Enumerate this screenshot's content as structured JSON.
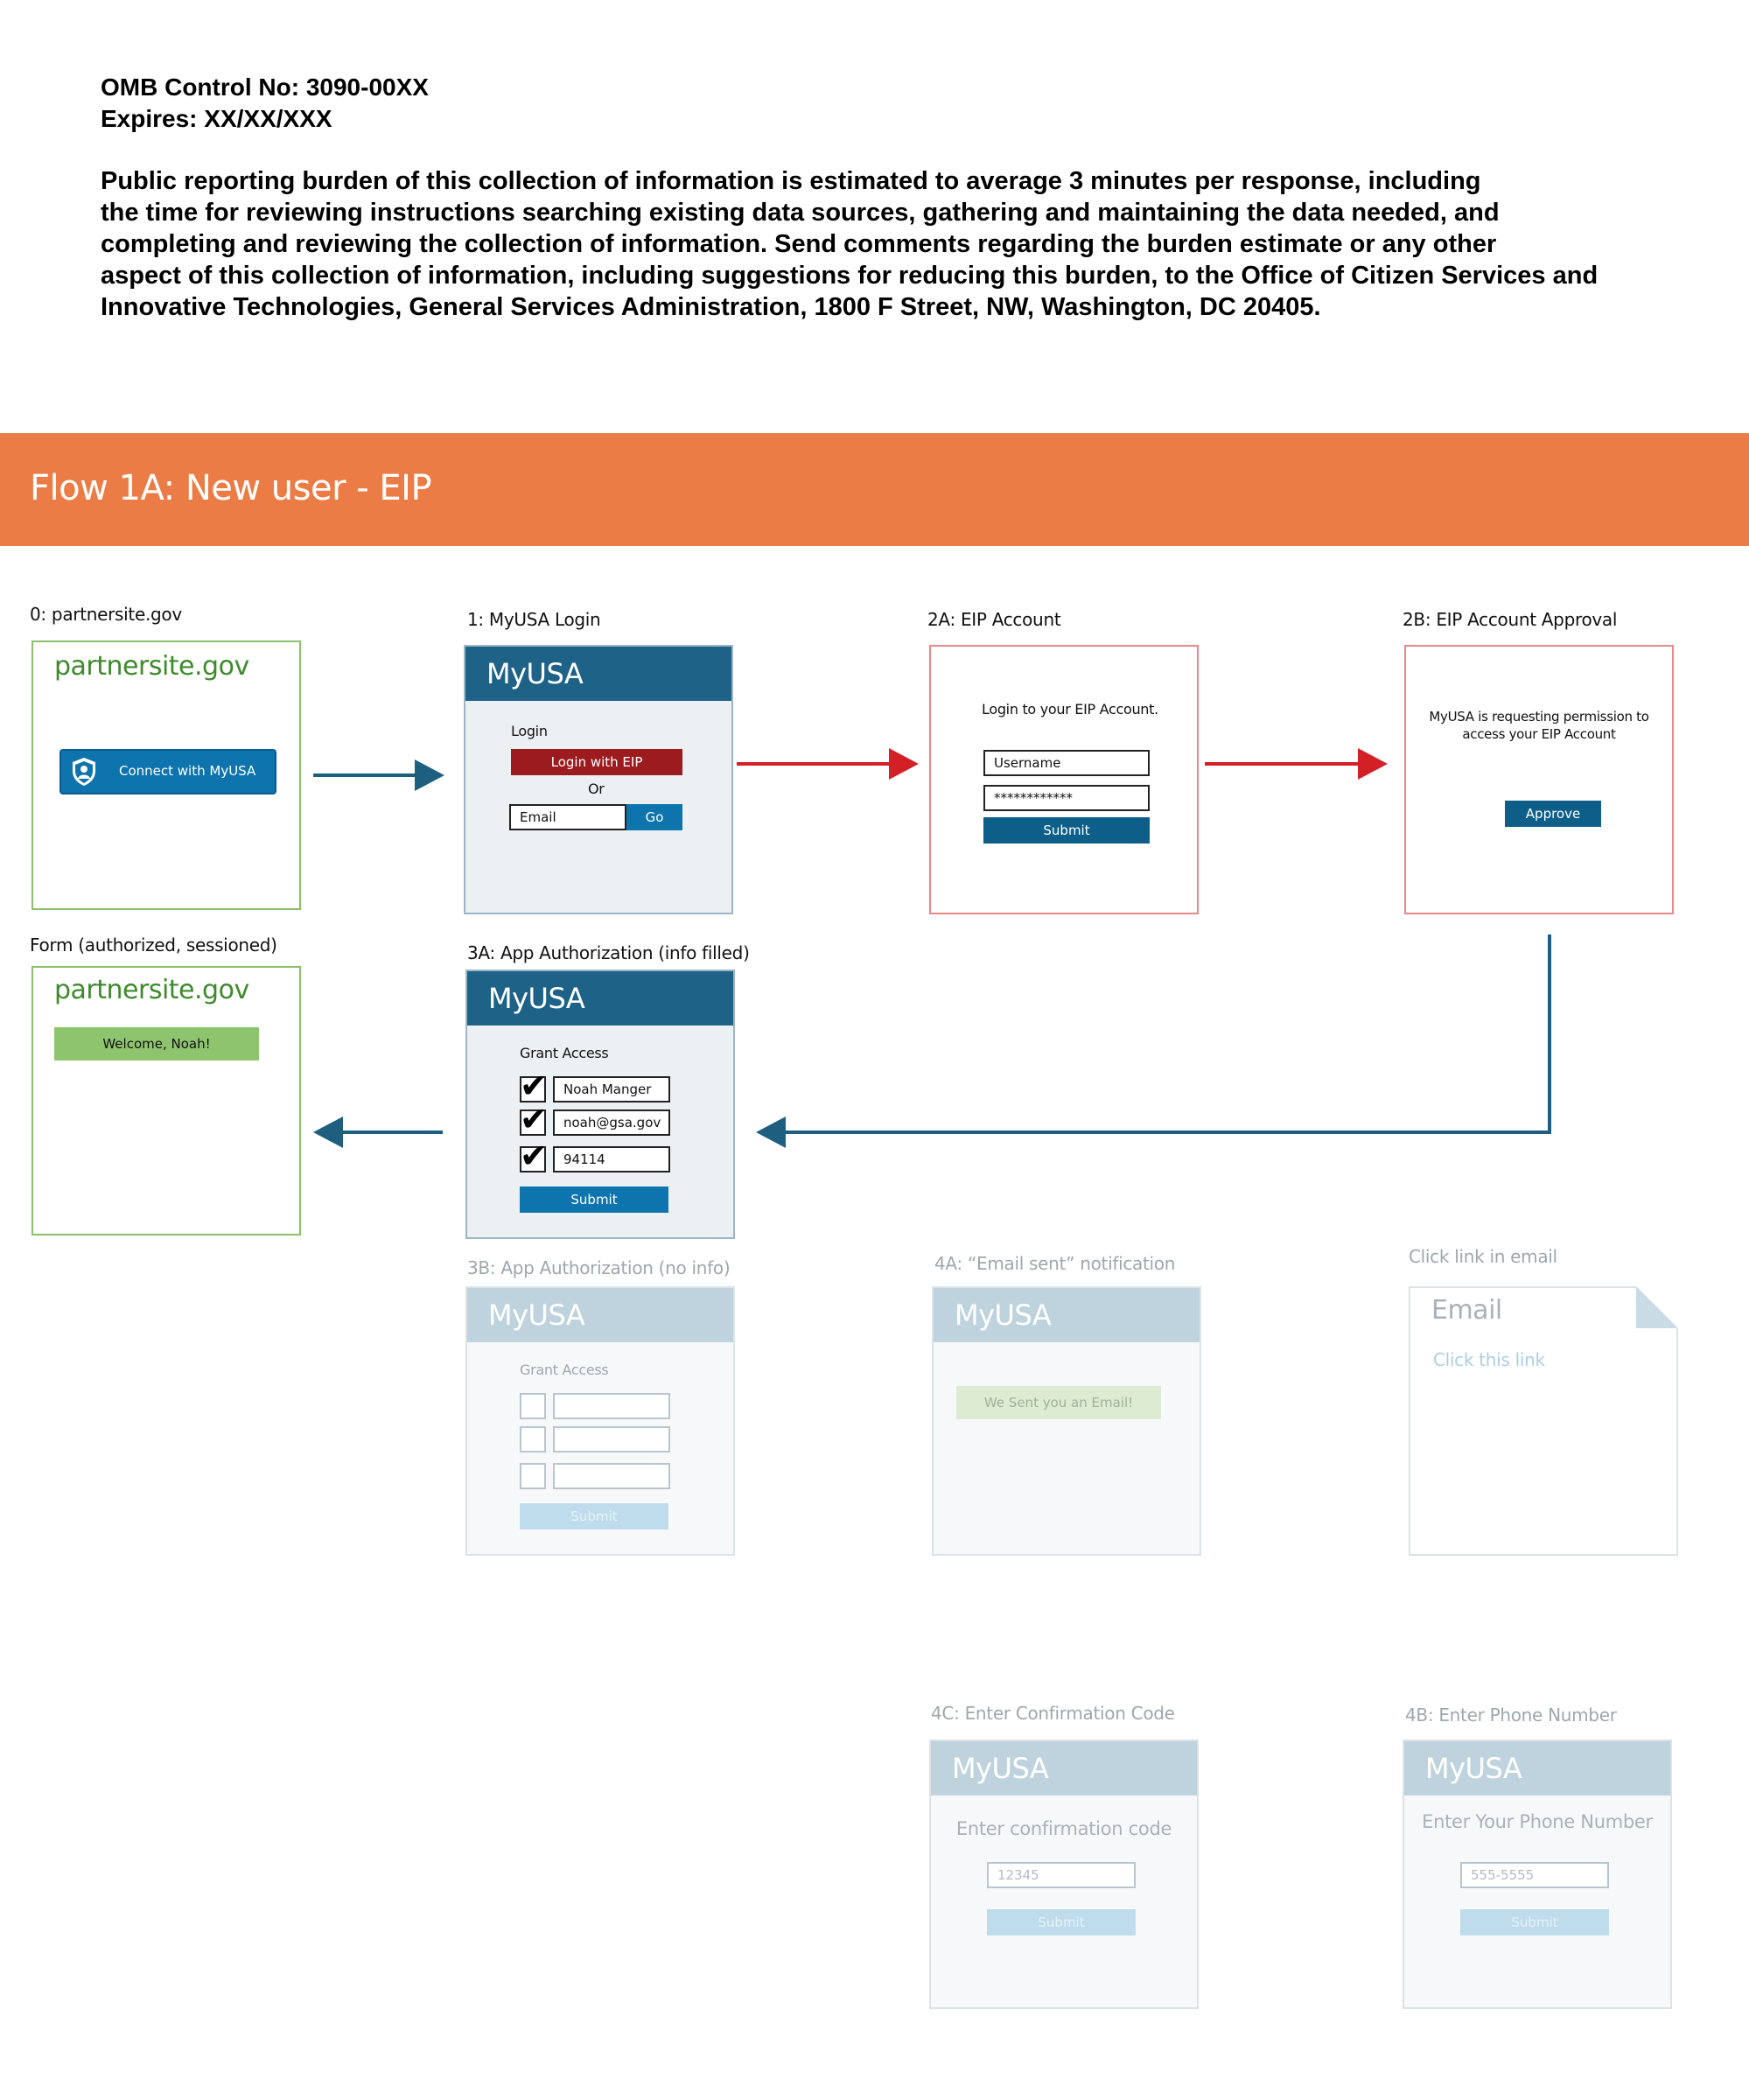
{
  "omb": {
    "control_no": "OMB Control No: 3090-00XX",
    "expires": "Expires: XX/XX/XXX",
    "burden_lines": [
      "Public reporting burden of this collection of information is estimated to average 3 minutes per response, including",
      "the time for reviewing instructions searching existing data sources, gathering and maintaining the data needed, and",
      "completing and reviewing the collection of information. Send comments regarding the burden estimate or any other",
      "aspect of this collection of information, including suggestions for reducing this burden, to the Office of Citizen Services and",
      "Innovative Technologies, General Services Administration, 1800 F Street, NW, Washington, DC 20405."
    ]
  },
  "banner": {
    "title": "Flow 1A: New user - EIP",
    "color": "#ec7c45"
  },
  "colors": {
    "myusa_blue": "#1e6387",
    "eip_red": "#9b1b1f",
    "button_blue": "#0d5f8a",
    "partner_green": "#3e8a2c",
    "arrow_blue": "#1e5f80",
    "arrow_red": "#d32027"
  },
  "screens": {
    "partnersite": {
      "caption": "0: partnersite.gov",
      "site": "partnersite.gov",
      "connect_button": "Connect with MyUSA",
      "shield_icon": "shield-icon"
    },
    "login": {
      "caption": "1: MyUSA Login",
      "header": "MyUSA",
      "login_label": "Login",
      "eip_button": "Login with EIP",
      "or_label": "Or",
      "email_placeholder": "Email",
      "go_button": "Go"
    },
    "eip_account": {
      "caption": "2A: EIP Account",
      "prompt": "Login to your EIP Account.",
      "username": "Username",
      "password": "************",
      "submit": "Submit"
    },
    "eip_approval": {
      "caption": "2B: EIP Account Approval",
      "message_line1": "MyUSA is requesting permission to",
      "message_line2": "access your EIP Account",
      "approve": "Approve"
    },
    "form": {
      "caption": "Form (authorized, sessioned)",
      "site": "partnersite.gov",
      "welcome": "Welcome, Noah!"
    },
    "app_auth_filled": {
      "caption": "3A: App Authorization (info filled)",
      "header": "MyUSA",
      "grant_label": "Grant Access",
      "fields": [
        "Noah Manger",
        "noah@gsa.gov",
        "94114"
      ],
      "submit": "Submit"
    },
    "app_auth_empty": {
      "caption": "3B: App Authorization (no info)",
      "header": "MyUSA",
      "grant_label": "Grant Access",
      "submit": "Submit"
    },
    "email_sent": {
      "caption": "4A: “Email sent” notification",
      "header": "MyUSA",
      "notice": "We Sent you an Email!"
    },
    "email_link": {
      "caption": "Click link in email",
      "title": "Email",
      "link": "Click this link"
    },
    "confirmation_code": {
      "caption": "4C: Enter Confirmation Code",
      "header": "MyUSA",
      "prompt": "Enter confirmation code",
      "placeholder": "12345",
      "submit": "Submit"
    },
    "phone_number": {
      "caption": "4B: Enter Phone Number",
      "header": "MyUSA",
      "prompt": "Enter Your Phone Number",
      "placeholder": "555-5555",
      "submit": "Submit"
    }
  }
}
